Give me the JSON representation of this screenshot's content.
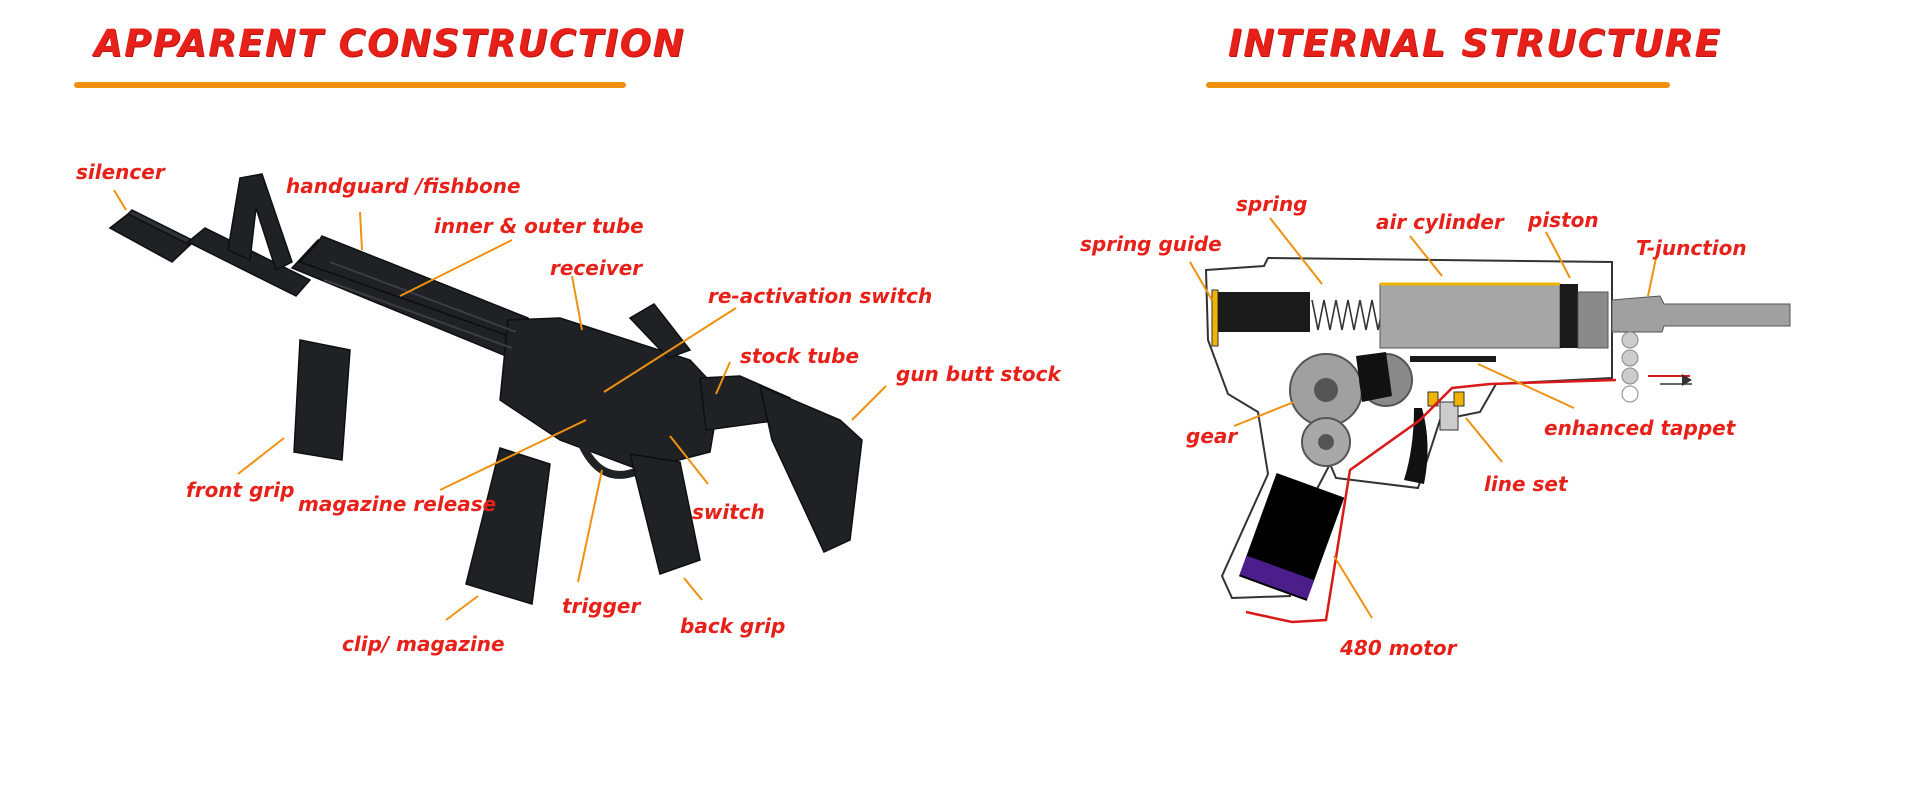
{
  "left_panel": {
    "title": "APPARENT CONSTRUCTION",
    "labels": {
      "silencer": "silencer",
      "handguard": "handguard /fishbone",
      "inner_outer_tube": "inner & outer tube",
      "receiver": "receiver",
      "reactivation_switch": "re-activation switch",
      "stock_tube": "stock tube",
      "gun_butt_stock": "gun butt stock",
      "front_grip": "front grip",
      "magazine_release": "magazine release",
      "switch": "switch",
      "trigger": "trigger",
      "back_grip": "back grip",
      "clip_magazine": "clip/ magazine"
    }
  },
  "right_panel": {
    "title": "INTERNAL STRUCTURE",
    "labels": {
      "spring": "spring",
      "air_cylinder": "air cylinder",
      "piston": "piston",
      "spring_guide": "spring guide",
      "t_junction": "T-junction",
      "gear": "gear",
      "enhanced_tappet": "enhanced tappet",
      "line_set": "line set",
      "motor": "480 motor"
    }
  },
  "colors": {
    "title": "#e8201a",
    "underline": "#f0900f",
    "leader": "#f0900f",
    "gun_body": "#1f2124",
    "wire": "#d91a1a",
    "motor_base": "#4b1e8c"
  }
}
